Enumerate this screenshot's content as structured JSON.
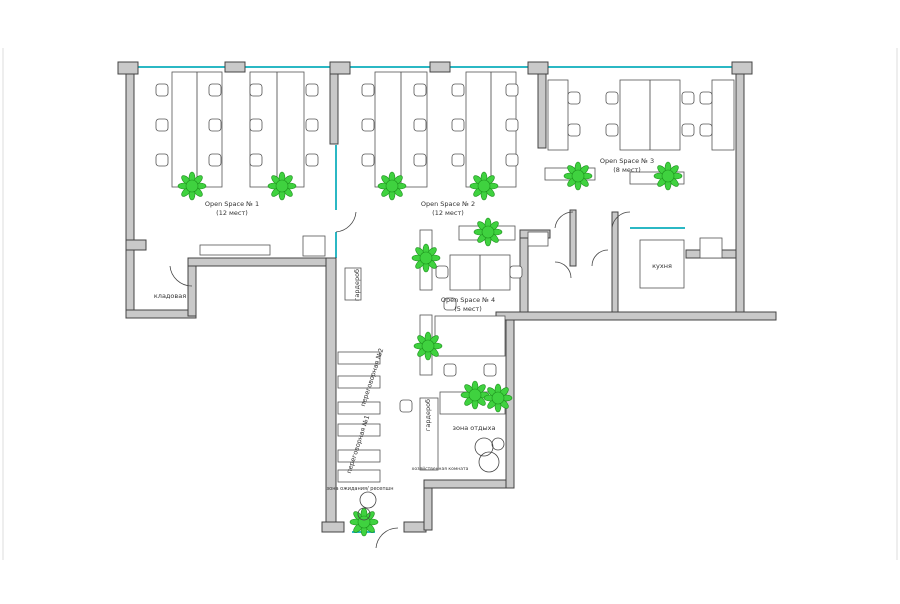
{
  "rooms": {
    "os1": {
      "name": "Open Space № 1",
      "seats": "(12 мест)"
    },
    "os2": {
      "name": "Open Space № 2",
      "seats": "(12 мест)"
    },
    "os3": {
      "name": "Open Space № 3",
      "seats": "(8 мест)"
    },
    "os4": {
      "name": "Open Space № 4",
      "seats": "(5 мест)"
    },
    "storage": "кладовая",
    "kitchen": "кухня",
    "meeting2": "переговорная №2",
    "meeting1": "переговорная №1",
    "wardrobe1": "гардероб",
    "wardrobe2": "гардероб",
    "lounge": "зона отдыха",
    "reception": "зона ожидания/ ресепшн",
    "utility": "хозяйственная комната"
  },
  "colors": {
    "plant": "#3fd23f",
    "glass": "#2bb8c4",
    "wall": "#c9c9c9"
  }
}
